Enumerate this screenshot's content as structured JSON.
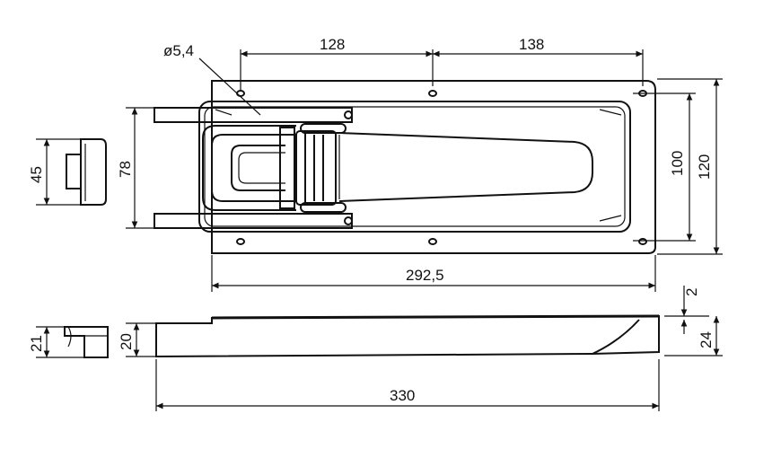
{
  "drawing": {
    "dimensions": {
      "hole_diameter": "ø5,4",
      "hole_spacing_left": "128",
      "hole_spacing_right": "138",
      "plate_inner_height": "100",
      "plate_outer_height": "120",
      "arm_spacing": "78",
      "keeper_height": "45",
      "plate_length": "292,5",
      "overall_length": "330",
      "plate_thickness": "2",
      "overall_height": "24",
      "body_height": "20",
      "keeper_thickness": "21"
    },
    "colors": {
      "line": "#111111",
      "background": "#ffffff"
    }
  }
}
